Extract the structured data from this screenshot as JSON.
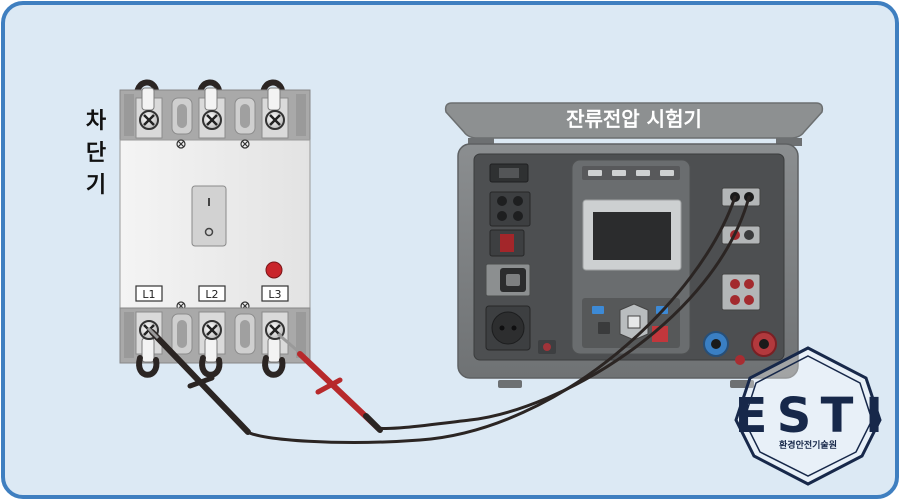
{
  "breaker": {
    "title_chars": [
      "차",
      "단",
      "기"
    ],
    "phase_labels": [
      "L1",
      "L2",
      "L3"
    ]
  },
  "tester": {
    "title": "잔류전압 시험기"
  },
  "logo": {
    "letters": [
      "E",
      "S",
      "T",
      "I"
    ],
    "subtitle": "환경안전기술원"
  },
  "colors": {
    "background": "#dce9f4",
    "frame": "#3f7fc0",
    "lead_black": "#2b2523",
    "lead_red": "#b7292b",
    "logo_navy": "#17284a"
  }
}
